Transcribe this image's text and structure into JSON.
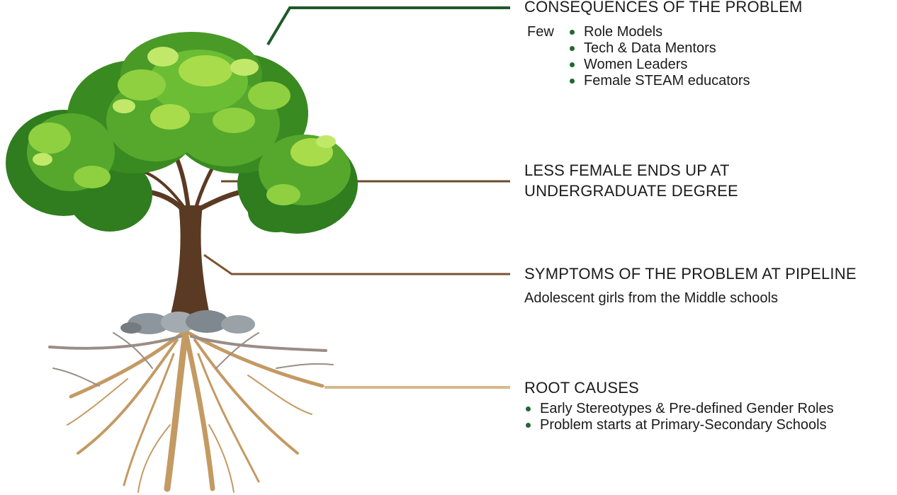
{
  "consequences": {
    "title": "CONSEQUENCES OF THE PROBLEM",
    "lead": "Few",
    "items": [
      "Role Models",
      "Tech & Data Mentors",
      "Women Leaders",
      "Female STEAM educators"
    ]
  },
  "degree": {
    "title_line1": "LESS FEMALE ENDS UP AT",
    "title_line2": "UNDERGRADUATE DEGREE"
  },
  "symptoms": {
    "title": "SYMPTOMS OF THE PROBLEM AT PIPELINE",
    "subtitle": "Adolescent girls from the Middle schools"
  },
  "roots": {
    "title": "ROOT CAUSES",
    "items": [
      "Early Stereotypes & Pre-defined Gender Roles",
      "Problem starts at Primary-Secondary Schools"
    ]
  },
  "colors": {
    "leader_top": "#1f5a2a",
    "leader_branch": "#6b4a2b",
    "leader_trunk": "#7a5533",
    "leader_roots": "#d6b98a",
    "bullet": "#1f6a2e",
    "foliage_dark": "#2f7d1f",
    "foliage_mid": "#55a82c",
    "foliage_light": "#a9dc4a",
    "trunk": "#5b3a24",
    "root": "#c49a63",
    "rock": "#8d969c"
  }
}
